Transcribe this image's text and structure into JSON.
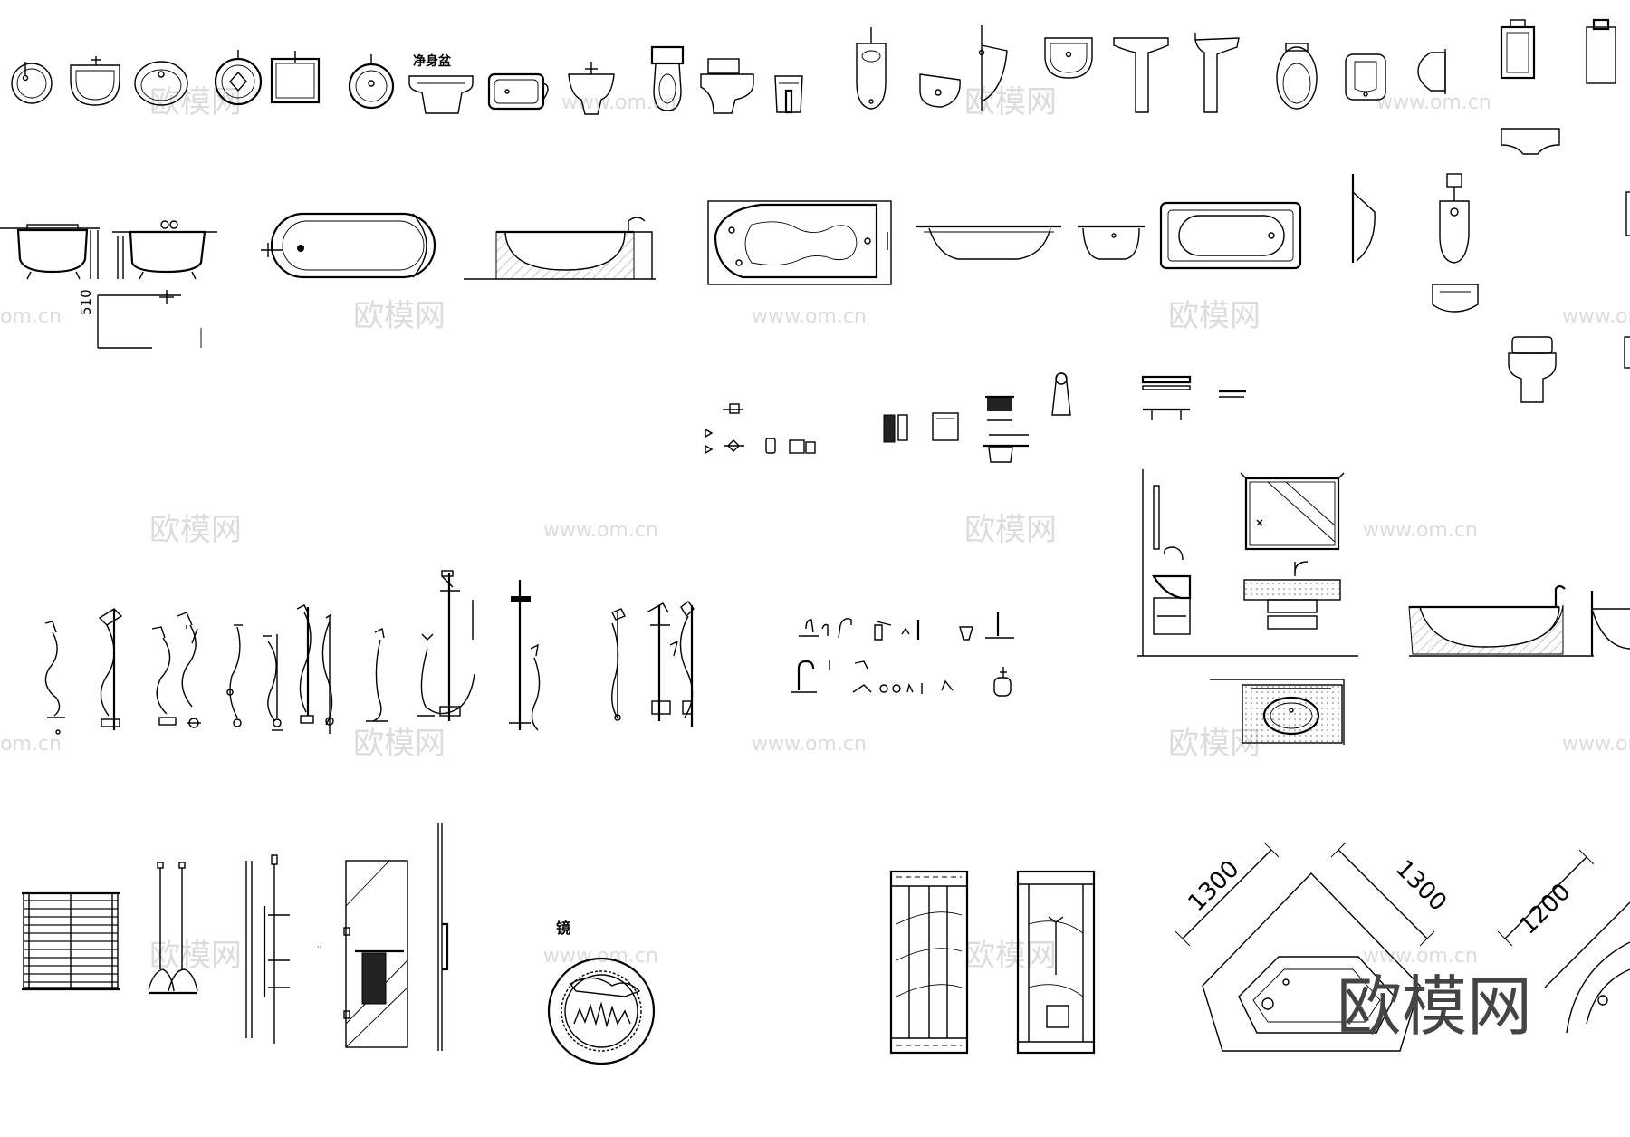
{
  "labels": {
    "bidet_label": "净身盆",
    "mirror_label": "镜",
    "height_dimension": "510",
    "corner_dim_left": "1300",
    "corner_dim_right": "1300",
    "corner_dim_second": "1200"
  },
  "watermarks": {
    "cn": "欧模网",
    "url": "www.om.cn",
    "url_partial": "om.cn"
  },
  "logo": "欧模网"
}
